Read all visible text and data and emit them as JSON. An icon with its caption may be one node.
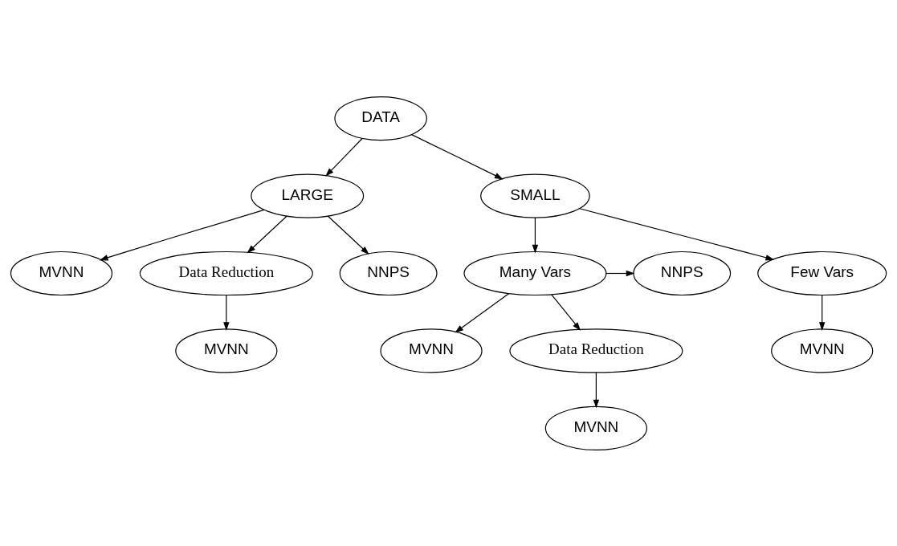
{
  "diagram": {
    "nodes": [
      {
        "text": [
          "DATA"
        ]
      },
      {
        "text": [
          "LARGE"
        ]
      },
      {
        "text": [
          "SMALL"
        ]
      },
      {
        "text": [
          "MVNN"
        ]
      },
      {
        "text": [
          "NNPS"
        ]
      },
      {
        "text": [
          "Many Vars"
        ]
      },
      {
        "text": [
          "Data Reduction"
        ]
      },
      {
        "text": [
          "Few Vars"
        ]
      },
      {
        "text": [
          "NNPS"
        ]
      },
      {
        "text": [
          "MVNN"
        ]
      },
      {
        "text": [
          "Data Reduction"
        ]
      },
      {
        "text": [
          "MVNN"
        ]
      },
      {
        "text": [
          "MVNN"
        ]
      },
      {
        "text": [
          "MVNN"
        ]
      }
    ],
    "edges": [
      {
        "from": 0,
        "to": 1,
        "arrow": "to"
      },
      {
        "from": 0,
        "to": 2,
        "arrow": "to"
      },
      {
        "from": 1,
        "to": 3,
        "arrow": "to"
      },
      {
        "from": 1,
        "to": 6,
        "arrow": "to"
      },
      {
        "from": 1,
        "to": 8,
        "arrow": "to"
      },
      {
        "from": 2,
        "to": 7,
        "arrow": "to"
      },
      {
        "from": 2,
        "to": 5,
        "arrow": "to"
      },
      {
        "from": 5,
        "to": 4,
        "arrow": "to"
      },
      {
        "from": 5,
        "to": 9,
        "arrow": "to"
      },
      {
        "from": 5,
        "to": 10,
        "arrow": "to"
      },
      {
        "from": 6,
        "to": 11,
        "arrow": "to"
      },
      {
        "from": 7,
        "to": 12,
        "arrow": "to"
      },
      {
        "from": 10,
        "to": 13,
        "arrow": "to"
      }
    ]
  }
}
